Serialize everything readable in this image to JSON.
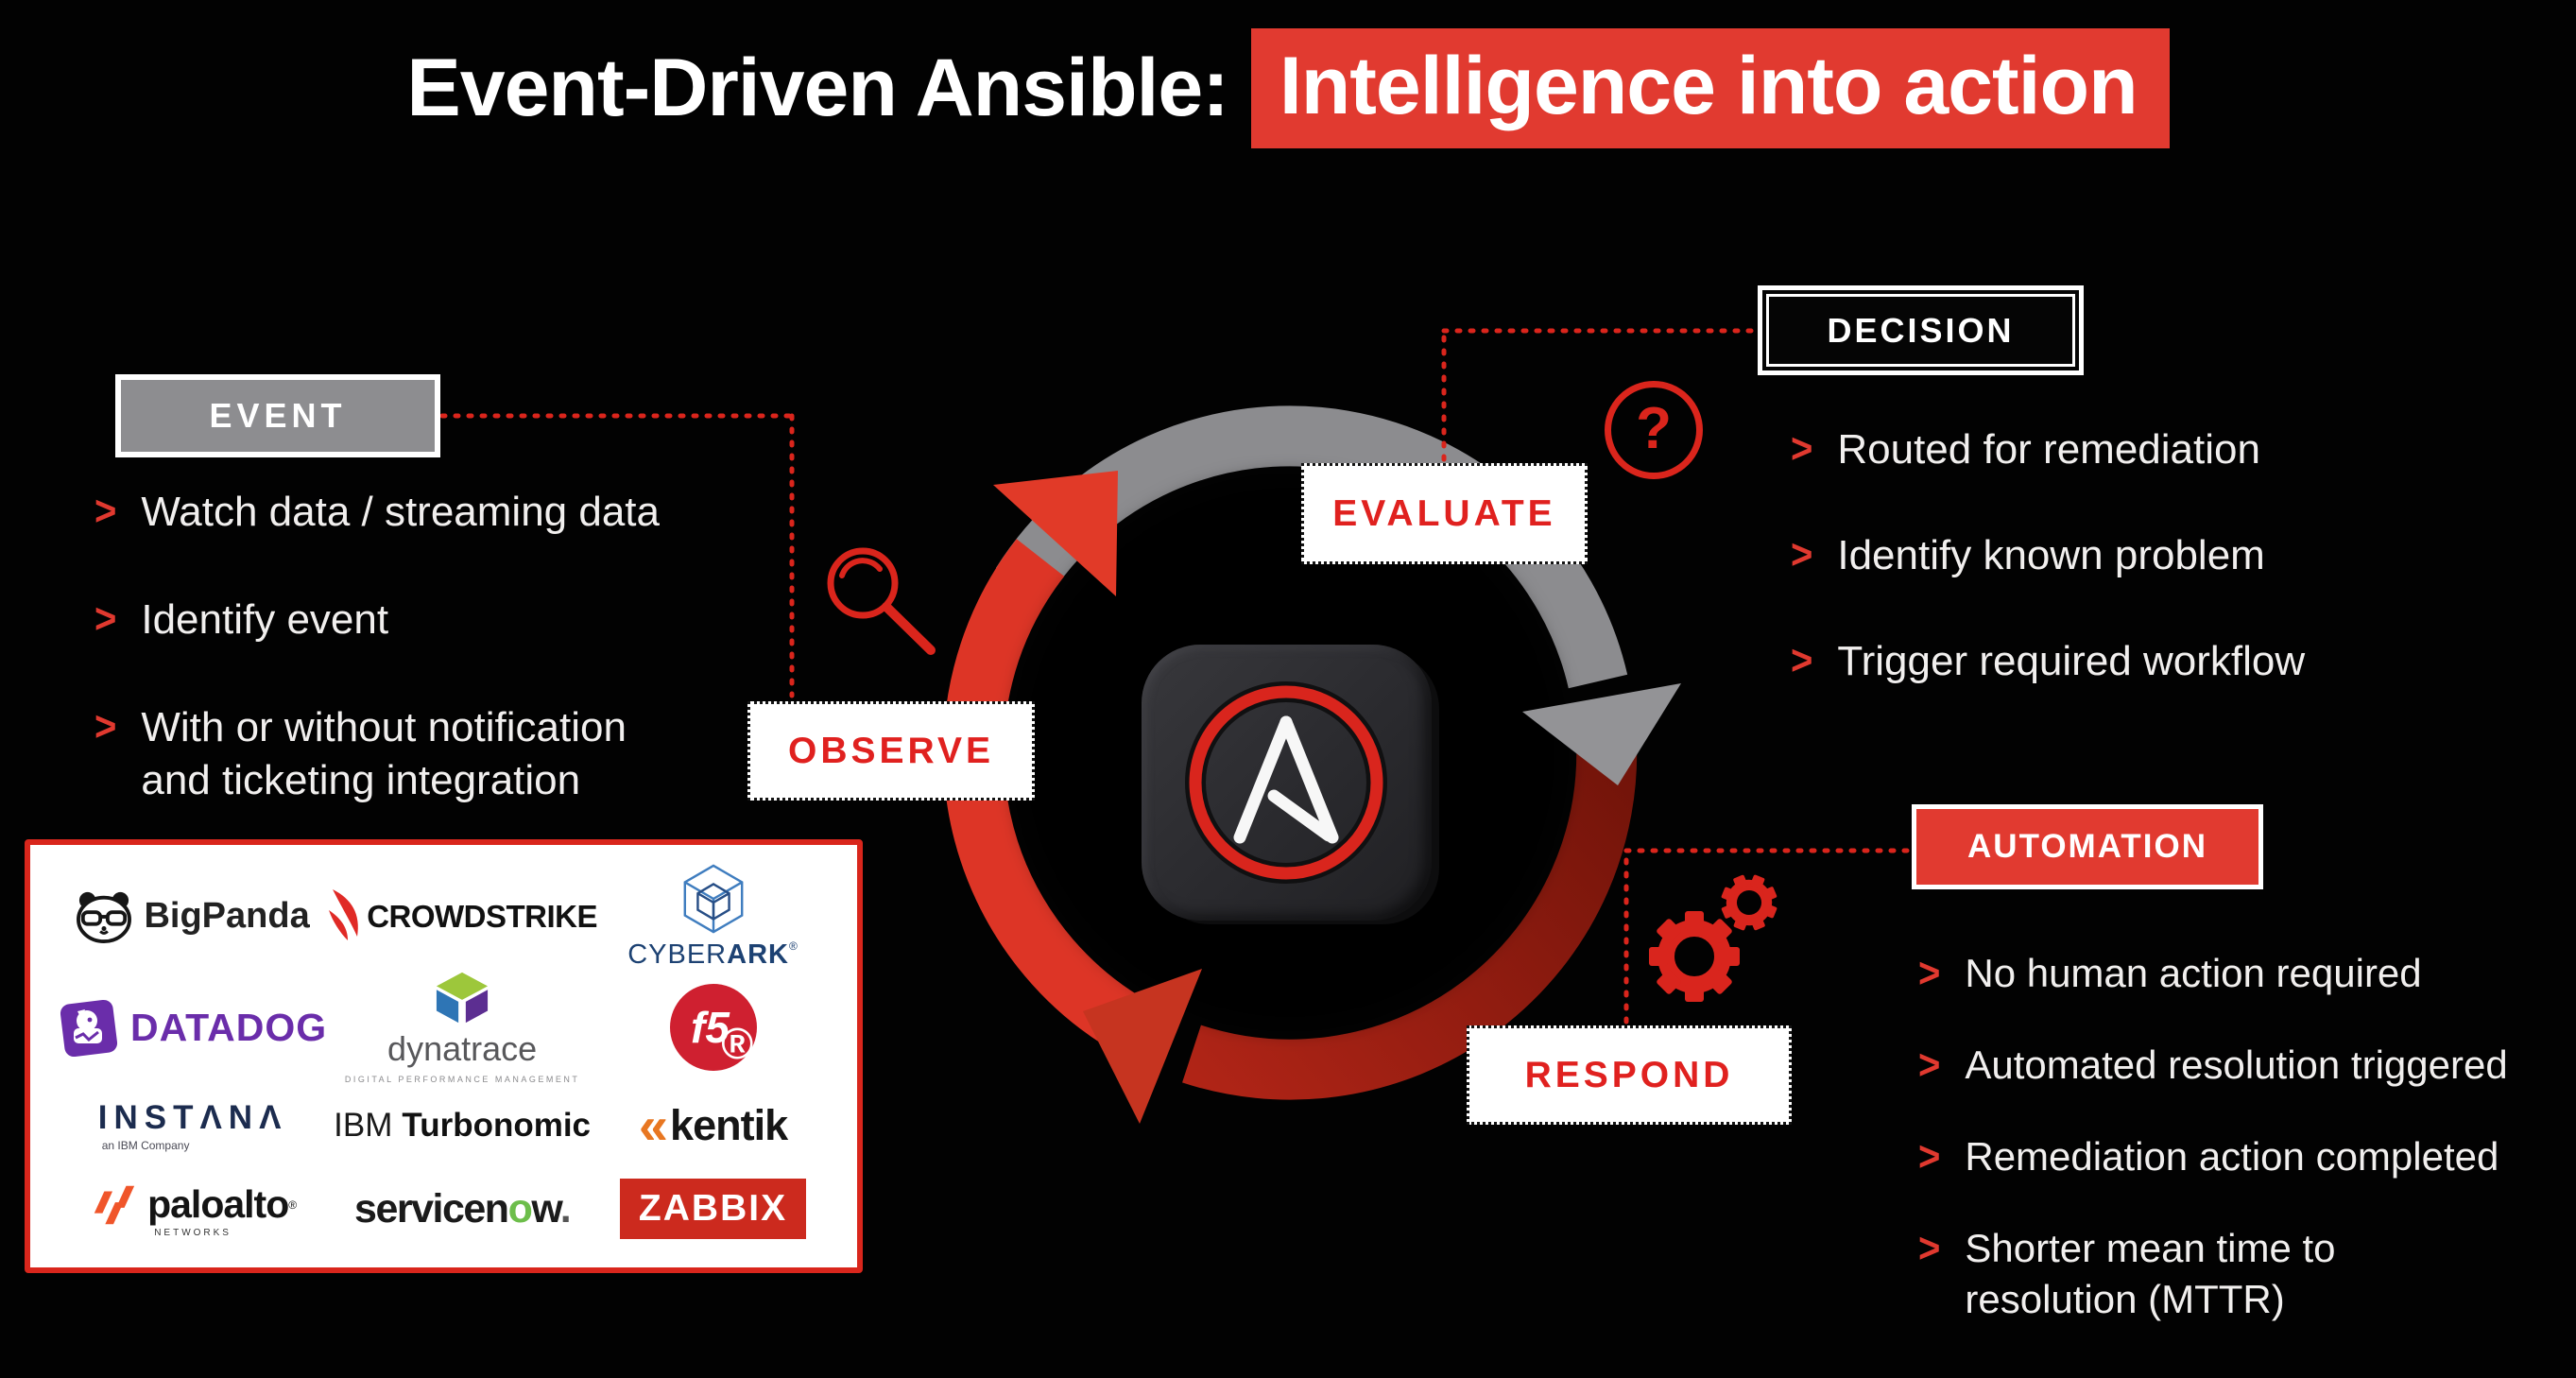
{
  "title": {
    "plain": "Event-Driven Ansible:",
    "highlight": "Intelligence into action"
  },
  "stages": {
    "event": {
      "label": "EVENT",
      "bullets": [
        "Watch data / streaming data",
        "Identify event",
        "With or without notification and ticketing integration"
      ]
    },
    "decision": {
      "label": "DECISION",
      "bullets": [
        "Routed for remediation",
        "Identify known problem",
        "Trigger required workflow"
      ]
    },
    "automation": {
      "label": "AUTOMATION",
      "bullets": [
        "No human action required",
        "Automated resolution triggered",
        "Remediation action completed",
        "Shorter mean time to resolution (MTTR)"
      ]
    }
  },
  "cycle": {
    "observe": "OBSERVE",
    "evaluate": "EVALUATE",
    "respond": "RESPOND"
  },
  "icons": {
    "bullet": ">",
    "question_mark": "?"
  },
  "colors": {
    "accent_red": "#E13A30",
    "dark_red_arc": "#9E1F12",
    "gray_arc": "#8C8C8F",
    "background": "#020202",
    "panel_border": "#D9261C"
  },
  "partners": {
    "bigpanda": {
      "name": "BigPanda"
    },
    "crowdstrike": {
      "name": "CROWDSTRIKE"
    },
    "cyberark": {
      "name_light": "CYBER",
      "name_bold": "ARK",
      "reg": "®"
    },
    "datadog": {
      "name": "DATADOG"
    },
    "dynatrace": {
      "name": "dynatrace",
      "tagline": "DIGITAL PERFORMANCE MANAGEMENT"
    },
    "f5": {
      "name": "f5",
      "reg": "®"
    },
    "instana": {
      "name": "INSTΛNΛ",
      "tagline": "an IBM Company"
    },
    "ibm_turbonomic": {
      "name_light": "IBM",
      "name_bold": "Turbonomic"
    },
    "kentik": {
      "chevrons": "«",
      "name": "kentik"
    },
    "paloalto": {
      "name": "paloalto",
      "reg": "®",
      "tagline": "NETWORKS"
    },
    "servicenow": {
      "part1": "servicen",
      "green_o": "o",
      "part2": "w",
      "dot": "."
    },
    "zabbix": {
      "name": "ZABBIX"
    }
  }
}
